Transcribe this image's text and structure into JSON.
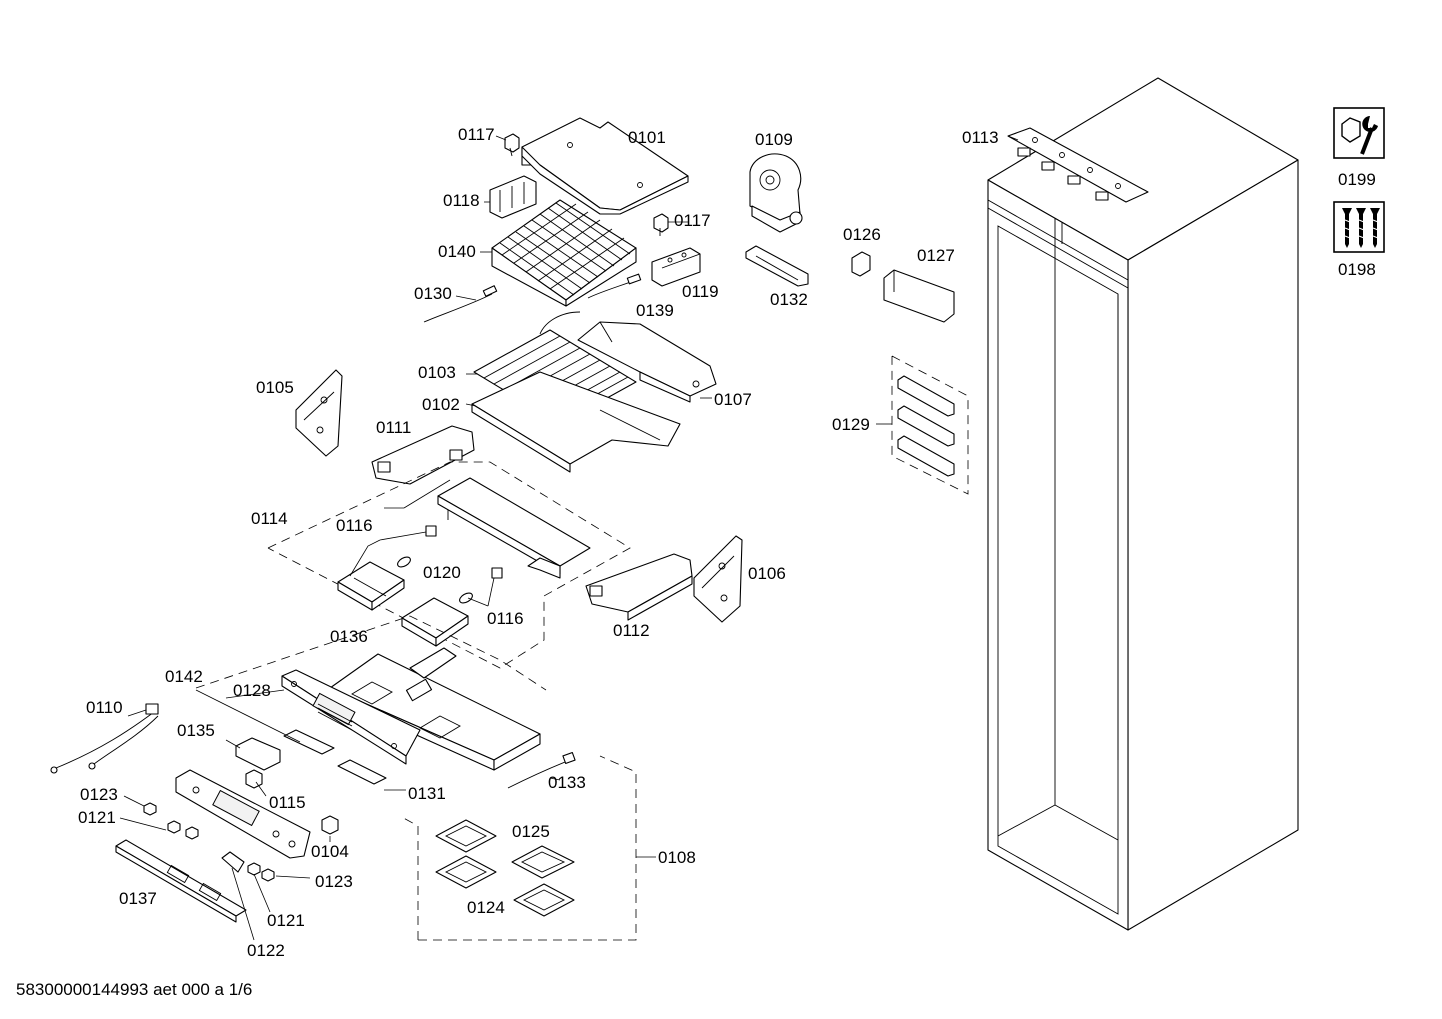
{
  "document": {
    "code": "58300000144993 aet 000 a 1/6"
  },
  "callouts": {
    "c0101": "0101",
    "c0102": "0102",
    "c0103": "0103",
    "c0104": "0104",
    "c0105": "0105",
    "c0106": "0106",
    "c0107": "0107",
    "c0108": "0108",
    "c0109": "0109",
    "c0110": "0110",
    "c0111": "0111",
    "c0112": "0112",
    "c0113": "0113",
    "c0114": "0114",
    "c0115": "0115",
    "c0116a": "0116",
    "c0116b": "0116",
    "c0117a": "0117",
    "c0117b": "0117",
    "c0118": "0118",
    "c0119": "0119",
    "c0120": "0120",
    "c0121a": "0121",
    "c0121b": "0121",
    "c0122": "0122",
    "c0123a": "0123",
    "c0123b": "0123",
    "c0124": "0124",
    "c0125": "0125",
    "c0126": "0126",
    "c0127": "0127",
    "c0128": "0128",
    "c0129": "0129",
    "c0130": "0130",
    "c0131": "0131",
    "c0132": "0132",
    "c0133": "0133",
    "c0135": "0135",
    "c0136": "0136",
    "c0137": "0137",
    "c0139": "0139",
    "c0140": "0140",
    "c0142": "0142",
    "c0198": "0198",
    "c0199": "0199"
  },
  "icons": {
    "service_tools": "wrench-nut-icon",
    "screws": "screws-icon"
  },
  "colors": {
    "line": "#000000",
    "background": "#ffffff"
  }
}
